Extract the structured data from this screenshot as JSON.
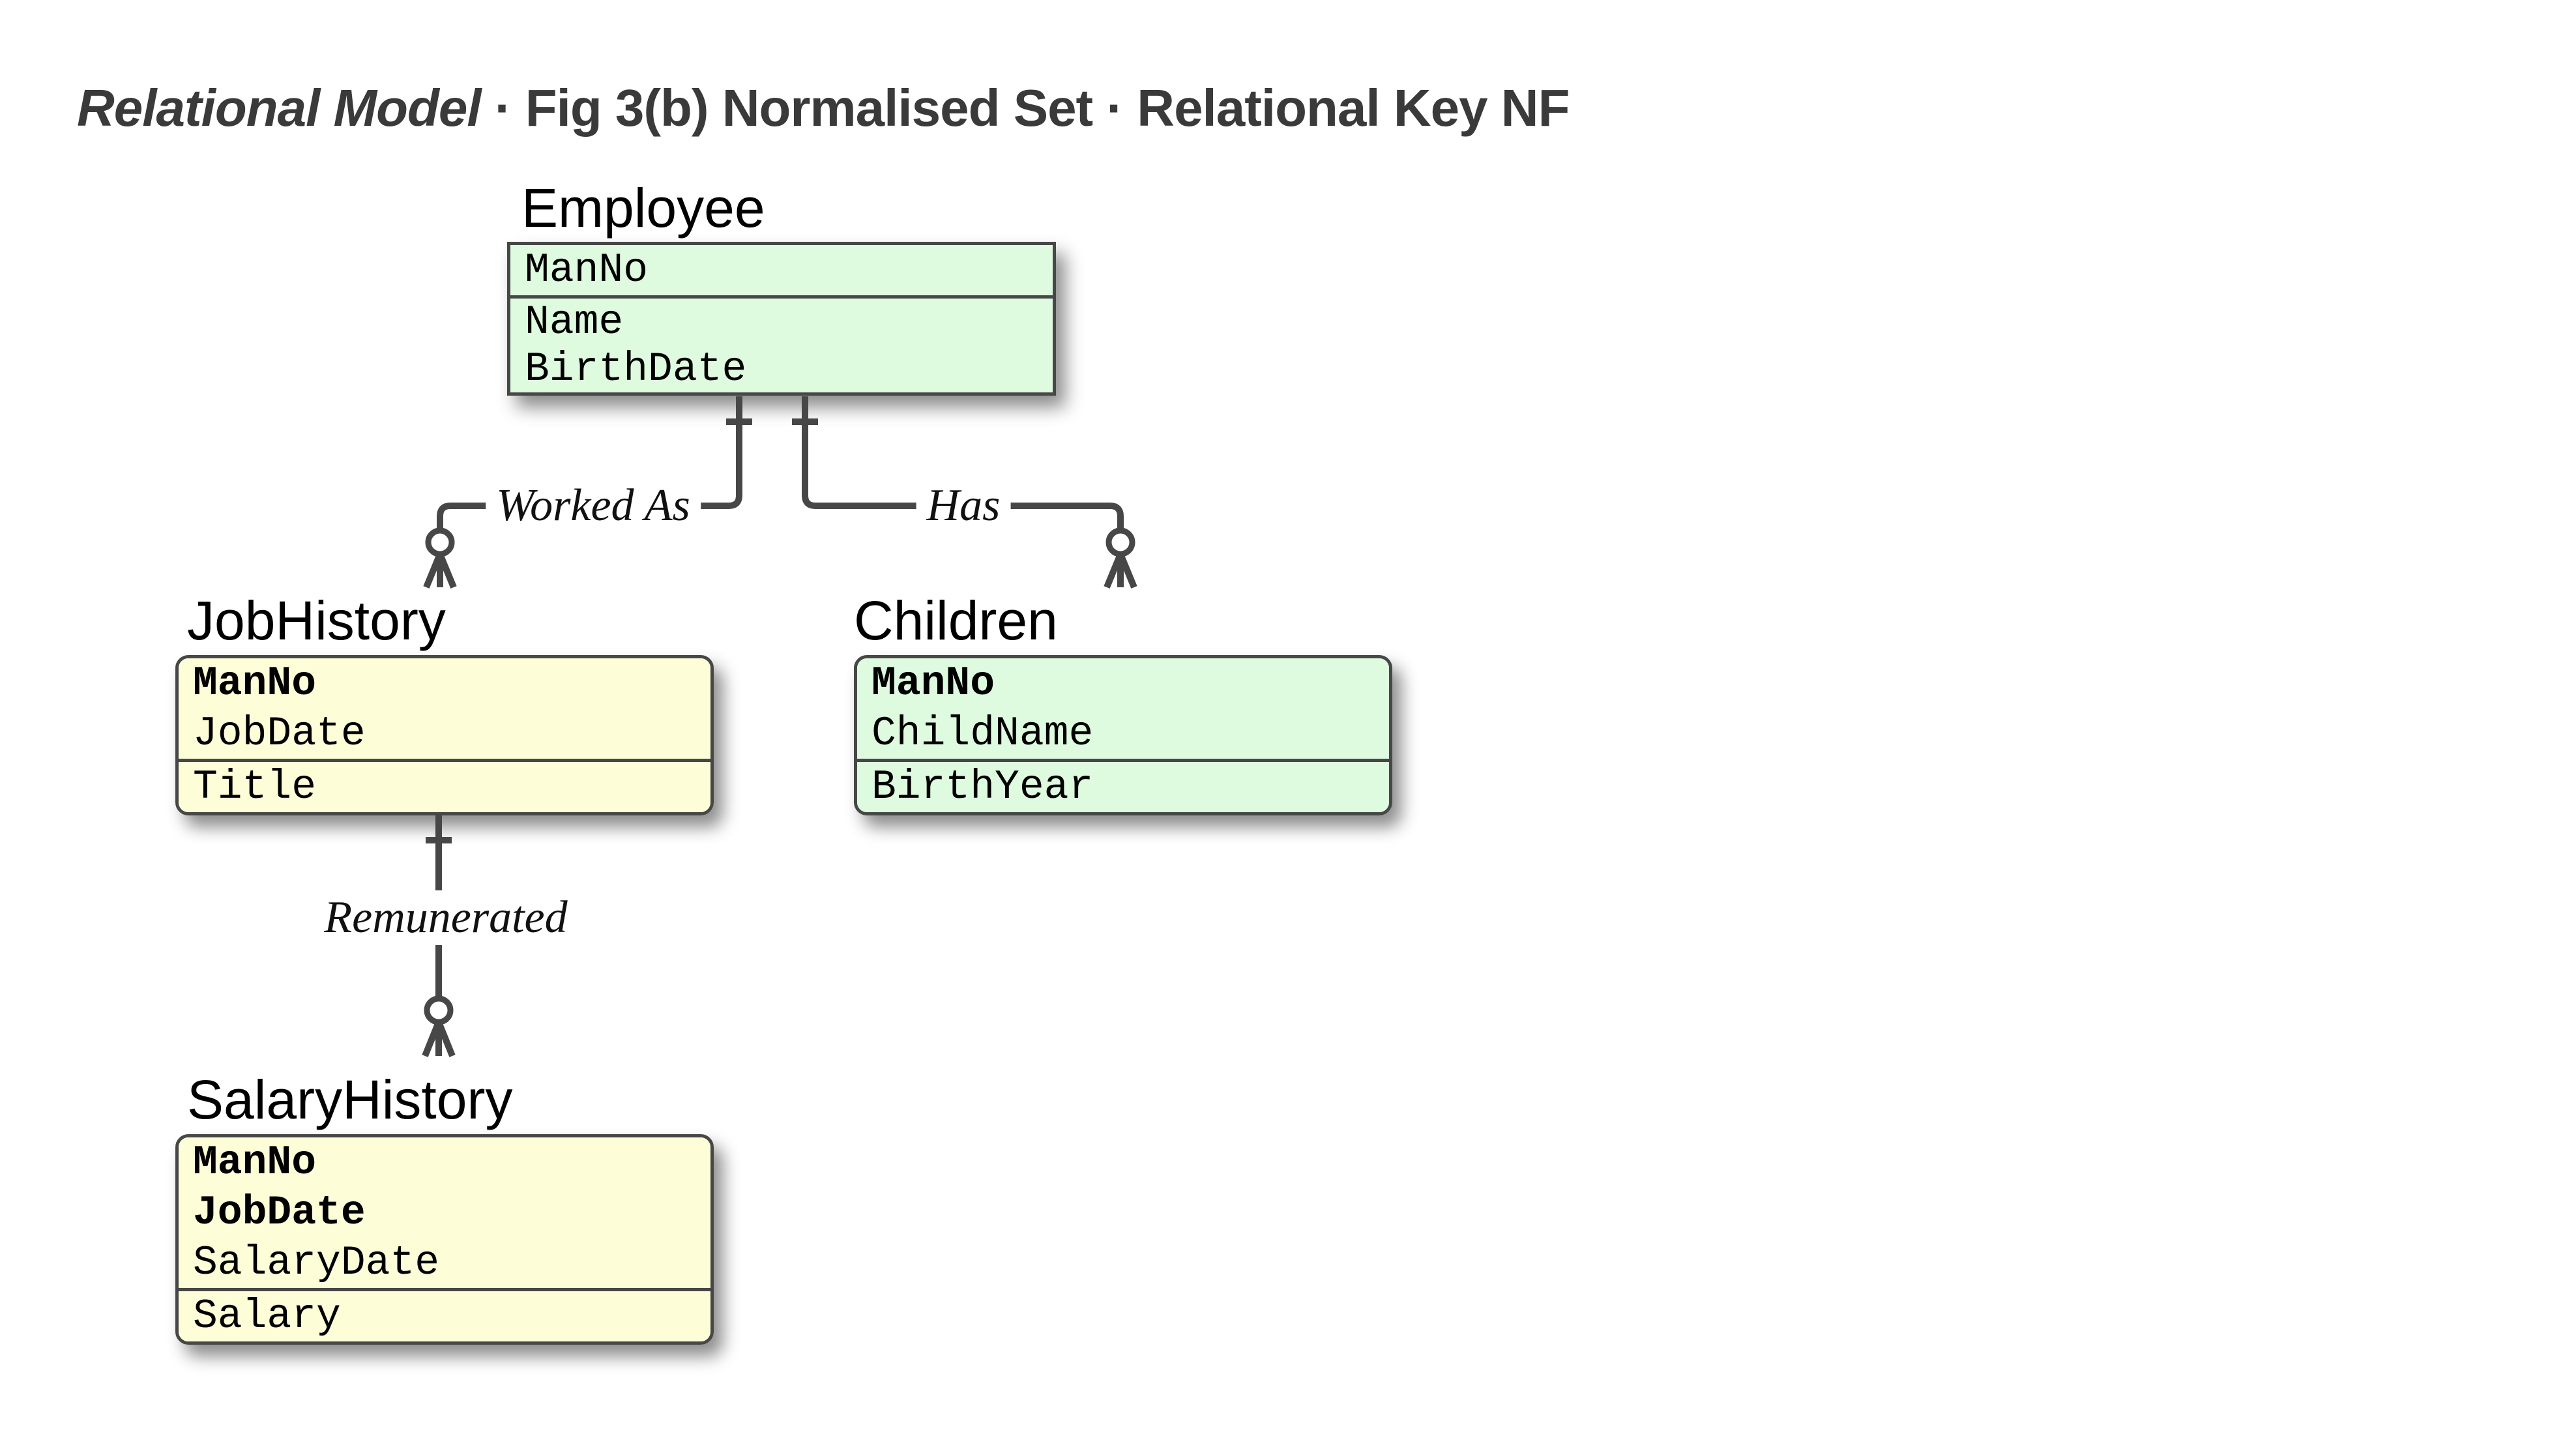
{
  "title": {
    "italic_part": "Relational Model",
    "rest": " · Fig 3(b) Normalised Set · Relational Key NF"
  },
  "entities": [
    {
      "name": "Employee",
      "fill": "#defadf",
      "compartments": [
        {
          "rows": [
            {
              "text": "ManNo",
              "bold": false
            }
          ]
        },
        {
          "rows": [
            {
              "text": "Name",
              "bold": false
            },
            {
              "text": "BirthDate",
              "bold": false
            }
          ]
        }
      ]
    },
    {
      "name": "JobHistory",
      "fill": "#fdfdd8",
      "compartments": [
        {
          "rows": [
            {
              "text": "ManNo",
              "bold": true
            },
            {
              "text": "JobDate",
              "bold": false
            }
          ]
        },
        {
          "rows": [
            {
              "text": "Title",
              "bold": false
            }
          ]
        }
      ]
    },
    {
      "name": "Children",
      "fill": "#defadf",
      "compartments": [
        {
          "rows": [
            {
              "text": "ManNo",
              "bold": true
            },
            {
              "text": "ChildName",
              "bold": false
            }
          ]
        },
        {
          "rows": [
            {
              "text": "BirthYear",
              "bold": false
            }
          ]
        }
      ]
    },
    {
      "name": "SalaryHistory",
      "fill": "#fdfdd8",
      "compartments": [
        {
          "rows": [
            {
              "text": "ManNo",
              "bold": true
            },
            {
              "text": "JobDate",
              "bold": true
            },
            {
              "text": "SalaryDate",
              "bold": false
            }
          ]
        },
        {
          "rows": [
            {
              "text": "Salary",
              "bold": false
            }
          ]
        }
      ]
    }
  ],
  "relationships": [
    {
      "label": "Worked As",
      "from": "Employee",
      "to": "JobHistory",
      "from_cardinality": "one",
      "to_cardinality": "zero-or-many"
    },
    {
      "label": "Has",
      "from": "Employee",
      "to": "Children",
      "from_cardinality": "one",
      "to_cardinality": "zero-or-many"
    },
    {
      "label": "Remunerated",
      "from": "JobHistory",
      "to": "SalaryHistory",
      "from_cardinality": "one",
      "to_cardinality": "zero-or-many"
    }
  ],
  "colors": {
    "entity_green": "#defadf",
    "entity_yellow": "#fdfdd8",
    "line": "#474747",
    "title_text": "#3a3a3a"
  }
}
